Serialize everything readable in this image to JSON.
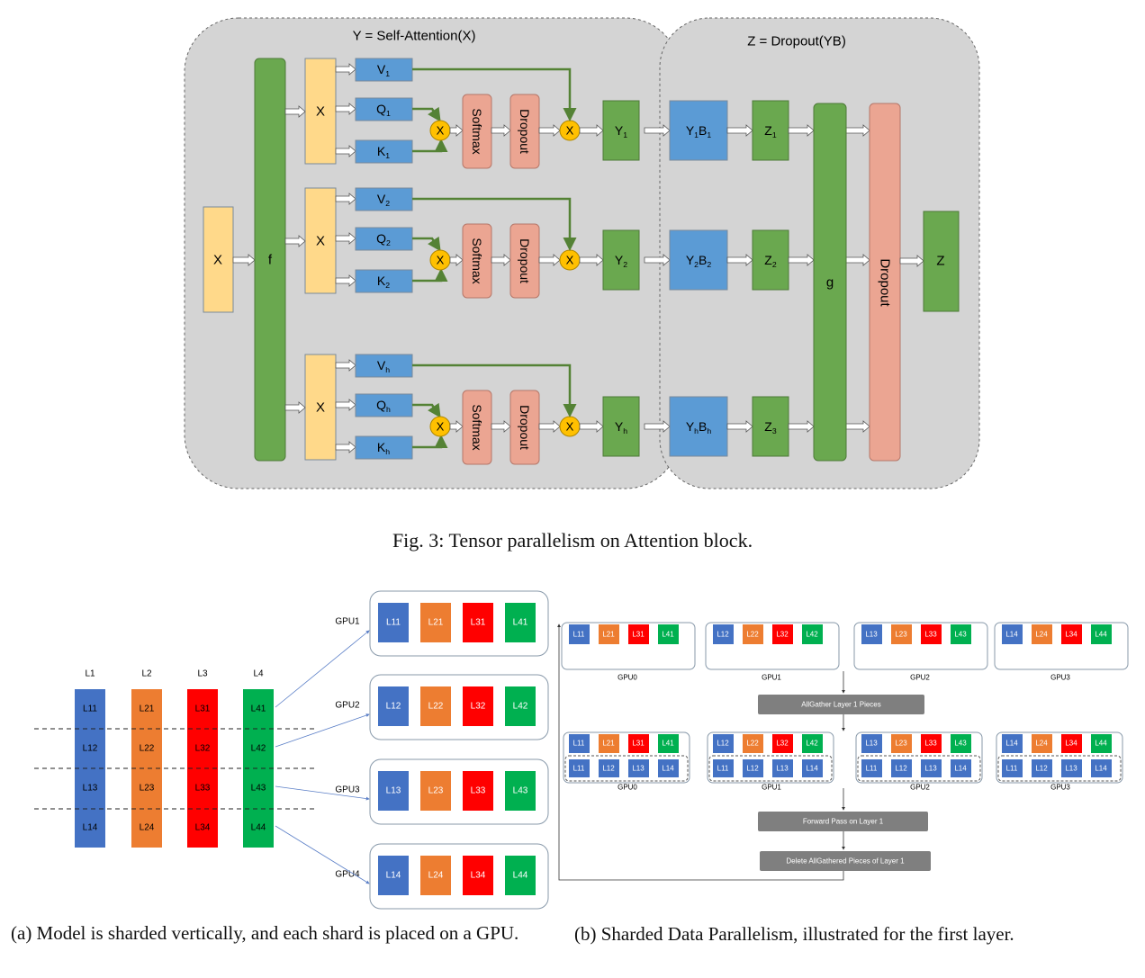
{
  "fig3": {
    "title_left": "Y = Self-Attention(X)",
    "title_right": "Z = Dropout(YB)",
    "input": "X",
    "f": "f",
    "g": "g",
    "dropout_big": "Dropout",
    "output": "Z",
    "softmax": "Softmax",
    "dropout": "Dropout",
    "mult": "X",
    "x_rep": "X",
    "heads": [
      {
        "v": "V",
        "q": "Q",
        "k": "K",
        "sub": "1",
        "y": "Y",
        "yb_y": "Y",
        "yb_b": "B",
        "ysub": "1",
        "bsub": "1",
        "z": "Z",
        "zsub": "1"
      },
      {
        "v": "V",
        "q": "Q",
        "k": "K",
        "sub": "2",
        "y": "Y",
        "yb_y": "Y",
        "yb_b": "B",
        "ysub": "2",
        "bsub": "2",
        "z": "Z",
        "zsub": "2"
      },
      {
        "v": "V",
        "q": "Q",
        "k": "K",
        "sub": "h",
        "y": "Y",
        "yb_y": "Y",
        "yb_b": "B",
        "ysub": "h",
        "bsub": "h",
        "z": "Z",
        "zsub": "3"
      }
    ],
    "caption": "Fig. 3: Tensor parallelism on Attention block."
  },
  "figa": {
    "layers": [
      "L1",
      "L2",
      "L3",
      "L4"
    ],
    "cells": [
      [
        "L11",
        "L12",
        "L13",
        "L14"
      ],
      [
        "L21",
        "L22",
        "L23",
        "L24"
      ],
      [
        "L31",
        "L32",
        "L33",
        "L34"
      ],
      [
        "L41",
        "L42",
        "L43",
        "L44"
      ]
    ],
    "gpus": [
      "GPU1",
      "GPU2",
      "GPU3",
      "GPU4"
    ],
    "gpu_rows": [
      [
        "L11",
        "L21",
        "L31",
        "L41"
      ],
      [
        "L12",
        "L22",
        "L32",
        "L42"
      ],
      [
        "L13",
        "L23",
        "L33",
        "L43"
      ],
      [
        "L14",
        "L24",
        "L34",
        "L44"
      ]
    ],
    "caption": "(a) Model is sharded vertically, and each shard is placed on a GPU."
  },
  "figb": {
    "gpus": [
      "GPU0",
      "GPU1",
      "GPU2",
      "GPU3"
    ],
    "rows": [
      [
        "L11",
        "L21",
        "L31",
        "L41"
      ],
      [
        "L12",
        "L22",
        "L32",
        "L42"
      ],
      [
        "L13",
        "L23",
        "L33",
        "L43"
      ],
      [
        "L14",
        "L24",
        "L34",
        "L44"
      ]
    ],
    "gathered": [
      "L11",
      "L12",
      "L13",
      "L14"
    ],
    "steps": [
      "AllGather Layer 1 Pieces",
      "Forward Pass on Layer 1",
      "Delete AllGathered Pieces of Layer 1"
    ],
    "caption": "(b) Sharded Data Parallelism, illustrated for the first layer."
  },
  "colors": {
    "panel": "#d4d4d4",
    "green": "#6aa84f",
    "yellow": "#ffd98a",
    "blue": "#5b9bd5",
    "salmon": "#eba592",
    "gold": "#ffc000",
    "lblue": "#4472c4",
    "lorange": "#ed7d31",
    "lred": "#ff0000",
    "lgreen": "#00b050",
    "step": "#7f7f7f"
  }
}
